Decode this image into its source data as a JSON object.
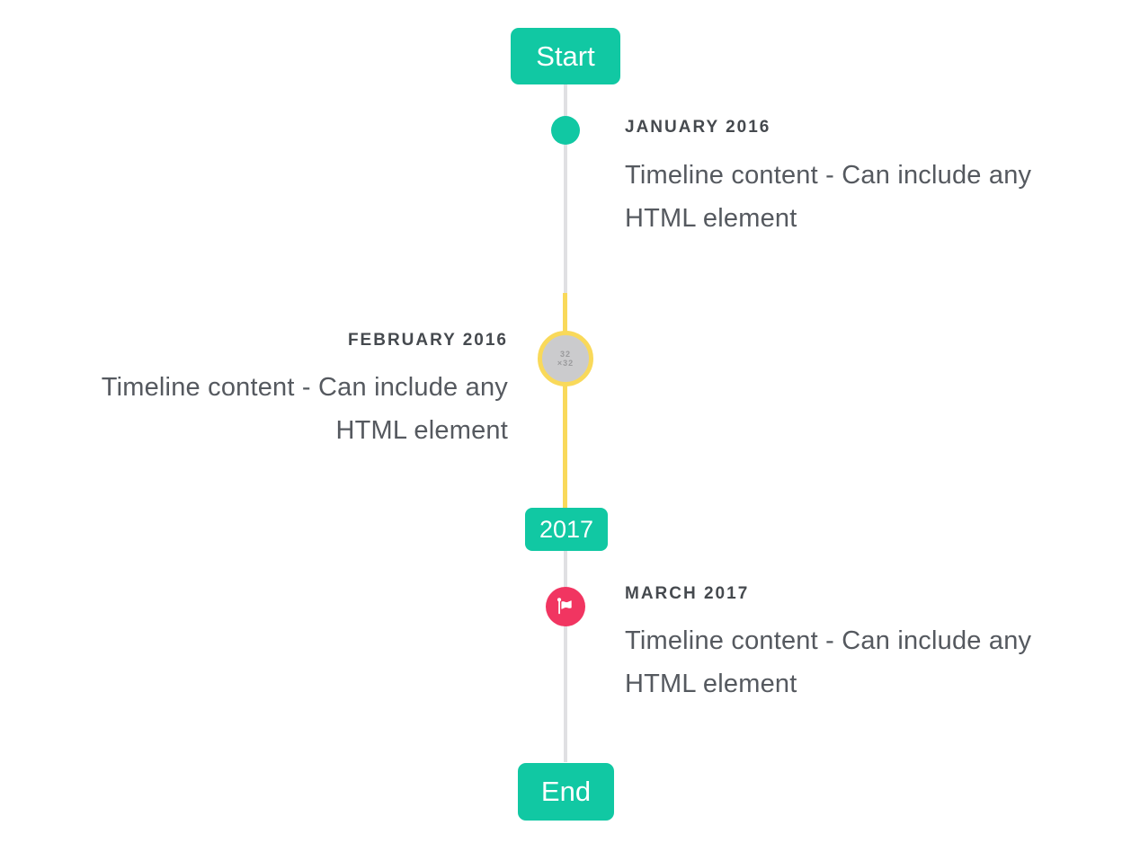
{
  "timeline": {
    "start_label": "Start",
    "end_label": "End",
    "year_badge_label": "2017",
    "items": [
      {
        "title": "JANUARY 2016",
        "content": "Timeline content - Can include any HTML element",
        "side": "right",
        "bullet": "teal-dot"
      },
      {
        "title": "FEBRUARY 2016",
        "content": "Timeline content - Can include any HTML element",
        "side": "left",
        "bullet": "image-placeholder",
        "placeholder_glyphs": [
          "32",
          "×32"
        ]
      },
      {
        "title": "MARCH 2017",
        "content": "Timeline content - Can include any HTML element",
        "side": "right",
        "bullet": "flag"
      }
    ],
    "colors": {
      "accent_teal": "#11c8a3",
      "line_gray": "#e0e0e3",
      "highlight_yellow": "#f9d95a",
      "flag_pink": "#f13561",
      "placeholder_gray": "#cbcbcd",
      "title_text": "#45494e",
      "content_text": "#55595f"
    }
  }
}
